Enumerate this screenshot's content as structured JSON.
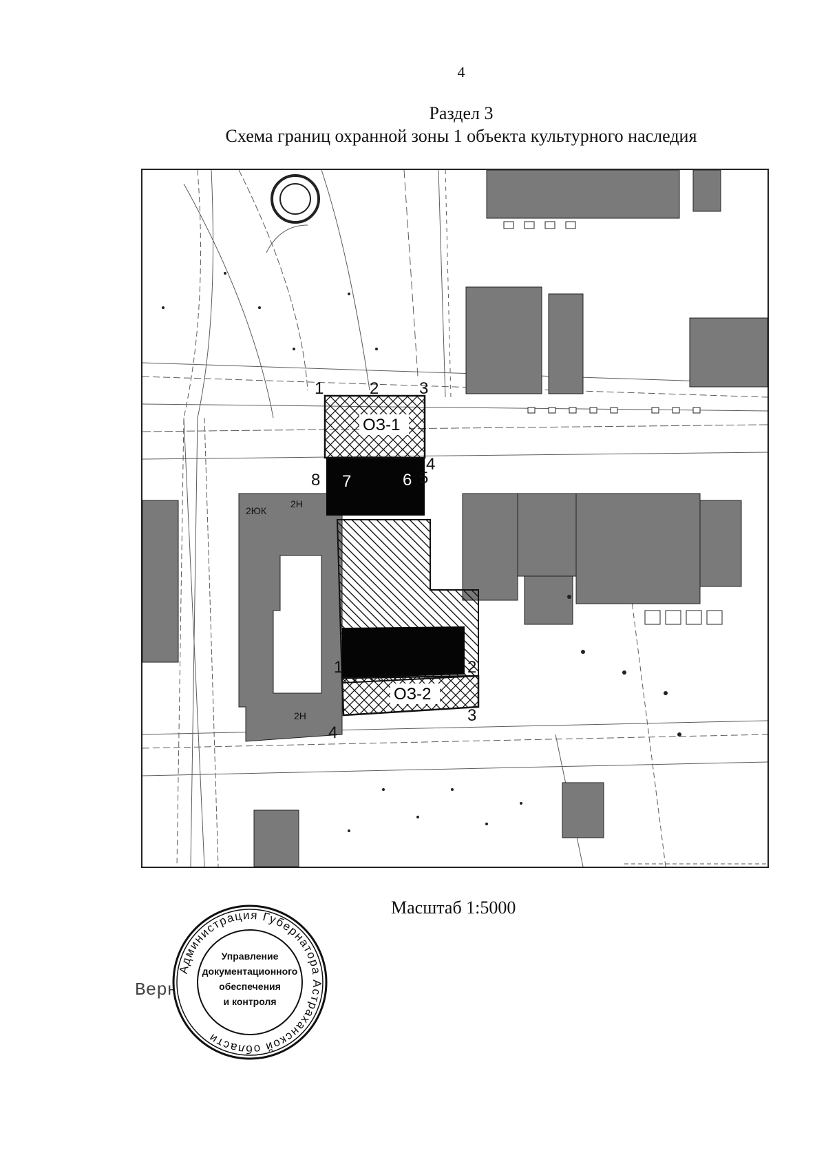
{
  "page": {
    "number": "4",
    "section_title": "Раздел 3",
    "scheme_title": "Схема границ охранной зоны 1 объекта культурного наследия",
    "scale_text": "Масштаб 1:5000",
    "certified_text": "Верно"
  },
  "map": {
    "zone1": {
      "label": "ОЗ-1",
      "points": [
        "1",
        "2",
        "3",
        "4",
        "5",
        "6",
        "7",
        "8"
      ]
    },
    "zone2": {
      "label": "ОЗ-2",
      "points": [
        "1",
        "2",
        "3",
        "4"
      ]
    },
    "building_labels": [
      "2ЮК",
      "2Н",
      "2Н"
    ]
  },
  "seal": {
    "ring_text": "Администрация Губернатора Астраханской области",
    "center_lines": [
      "Управление",
      "документационного",
      "обеспечения",
      "и контроля"
    ]
  }
}
